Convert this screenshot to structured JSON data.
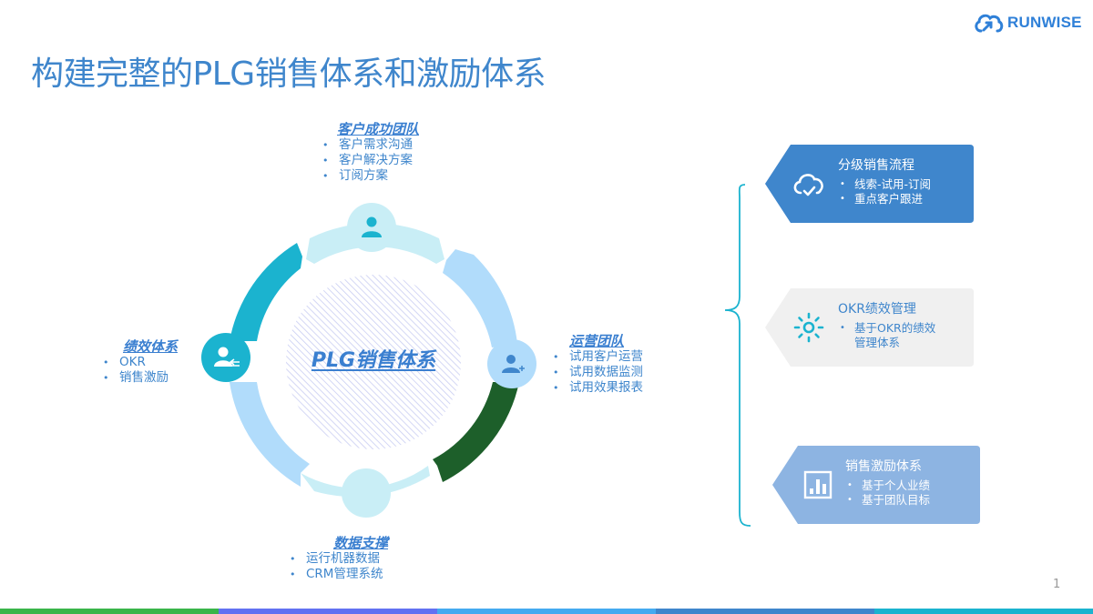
{
  "logo": {
    "text": "RUNWISE",
    "icon": "cloud-arrow-icon",
    "color": "#2f80d8"
  },
  "title": "构建完整的PLG销售体系和激励体系",
  "diagram": {
    "center_label": "PLG销售体系",
    "nodes": [
      {
        "id": "customer-success",
        "heading": "客户成功团队",
        "items": [
          "客户需求沟通",
          "客户解决方案",
          "订阅方案"
        ],
        "icon": "user-icon"
      },
      {
        "id": "operations",
        "heading": "运营团队",
        "items": [
          "试用客户运营",
          "试用数据监测",
          "试用效果报表"
        ],
        "icon": "user-add-icon"
      },
      {
        "id": "data-support",
        "heading": "数据支撑",
        "items": [
          "运行机器数据",
          "CRM管理系统"
        ],
        "icon": "none"
      },
      {
        "id": "performance",
        "heading": "绩效体系",
        "items": [
          "OKR",
          "销售激励"
        ],
        "icon": "user-transfer-icon"
      }
    ],
    "colors": {
      "ring_top": "#c9eef6",
      "ring_right_upper": "#b1dcfb",
      "ring_right_lower": "#1d5f2a",
      "ring_bottom": "#c9eef6",
      "ring_left_lower": "#b1dcfb",
      "ring_left_upper": "#1bb3cf",
      "hatch": "#c9cdf2"
    }
  },
  "cards": [
    {
      "title": "分级销售流程",
      "items": [
        "线索-试用-订阅",
        "重点客户跟进"
      ],
      "icon": "cloud-check-icon",
      "bg": "#3f86cc"
    },
    {
      "title": "OKR绩效管理",
      "items": [
        "基于OKR的绩效",
        "管理体系"
      ],
      "icon": "sun-icon",
      "bg": "#f0f0f0"
    },
    {
      "title": "销售激励体系",
      "items": [
        "基于个人业绩",
        "基于团队目标"
      ],
      "icon": "bar-chart-icon",
      "bg": "#8db4e2"
    }
  ],
  "page_number": "1",
  "footer_colors": [
    "#3ab54a",
    "#6271f2",
    "#44aaf0",
    "#3f86cc",
    "#1bb3cf"
  ]
}
